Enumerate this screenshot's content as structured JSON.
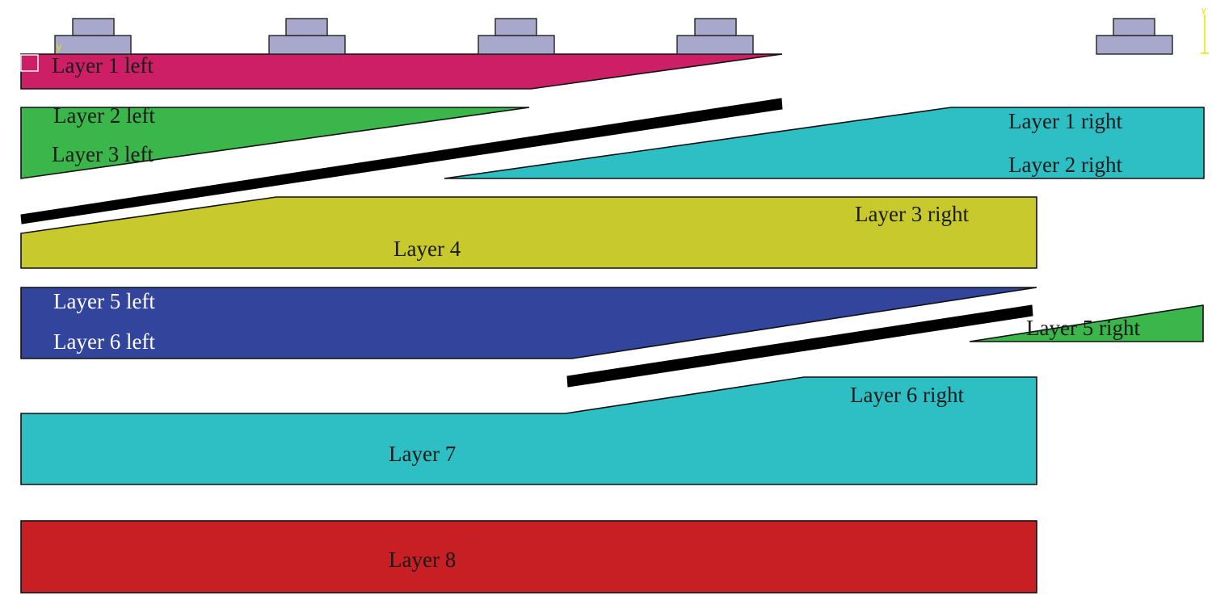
{
  "colors": {
    "magenta": "#cc1f66",
    "green": "#3bb64a",
    "cyan": "#2ebfc4",
    "olive": "#c8c92c",
    "blue": "#32449c",
    "red": "#c81f24",
    "support": "#a8a8cc",
    "interlayer": "#000000",
    "marker": "#e6e600"
  },
  "labels": {
    "layer1_left": "Layer 1 left",
    "layer2_left": "Layer 2 left",
    "layer3_left": "Layer 3 left",
    "layer1_right": "Layer 1 right",
    "layer2_right": "Layer 2 right",
    "layer3_right": "Layer 3 right",
    "layer4": "Layer 4",
    "layer5_left": "Layer 5 left",
    "layer6_left": "Layer 6 left",
    "layer5_right": "Layer 5 right",
    "layer6_right": "Layer 6 right",
    "layer7": "Layer 7",
    "layer8": "Layer 8"
  },
  "axis_marker": {
    "glyph": "y"
  }
}
